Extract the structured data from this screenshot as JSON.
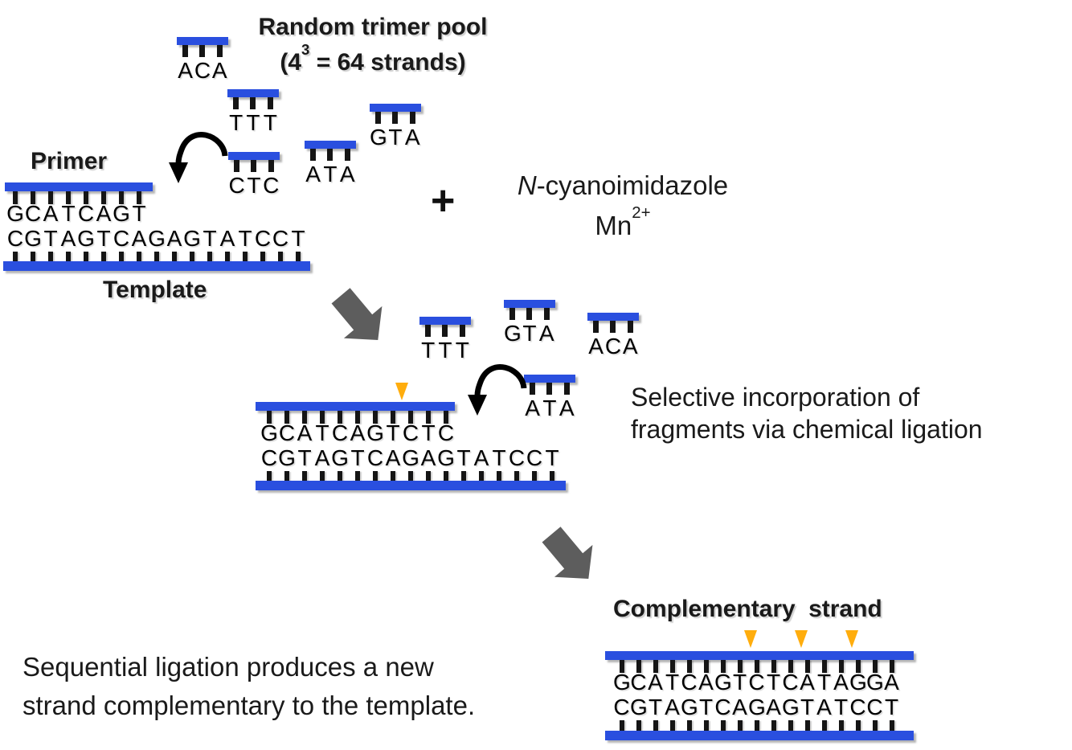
{
  "pool": {
    "title_line1": "Random trimer pool",
    "count_prefix": "(4",
    "count_exponent": "3",
    "count_suffix": " = 64 strands)"
  },
  "trimer_pool": {
    "top": [
      {
        "seq": "ACA"
      },
      {
        "seq": "TTT"
      },
      {
        "seq": "GTA"
      },
      {
        "seq": "ATA"
      },
      {
        "seq": "CTC"
      }
    ],
    "middle": [
      {
        "seq": "TTT"
      },
      {
        "seq": "GTA"
      },
      {
        "seq": "ACA"
      },
      {
        "seq": "ATA"
      }
    ]
  },
  "labels": {
    "primer": "Primer",
    "template": "Template",
    "complementary_strand": "Complementary strand"
  },
  "reaction": {
    "plus": "+",
    "reagent_italic": "N",
    "reagent_rest": "-cyanoimidazole",
    "catalyst": "Mn",
    "catalyst_charge": "2+"
  },
  "captions": {
    "selective_line1": "Selective incorporation of",
    "selective_line2": "fragments via chemical ligation",
    "sequential_line1": "Sequential ligation produces a new",
    "sequential_line2": "strand complementary to the template."
  },
  "duplexes": {
    "initial": {
      "primer_seq": "GCATCAGT",
      "template_seq": "CGTAGTCAGAGTATCCT"
    },
    "intermediate": {
      "top_seq": "GCATCAGTCTC",
      "template_seq": "CGTAGTCAGAGTATCCT",
      "ligation_sites": [
        8
      ]
    },
    "final": {
      "top_seq": "GCATCAGTCTCATAGGA",
      "template_seq": "CGTAGTCAGAGTATCCT",
      "ligation_sites": [
        8,
        11,
        14
      ]
    }
  },
  "colors": {
    "backbone_blue": "#2a4fdf",
    "tick_black": "#151515",
    "marker_amber": "#ffad0d",
    "arrow_gray": "#5d5d5d"
  }
}
